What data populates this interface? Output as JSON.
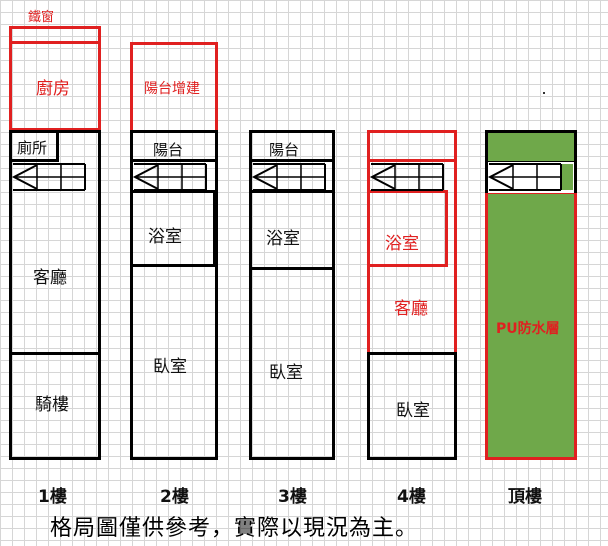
{
  "labels": {
    "iron_window": "鐵窗",
    "kitchen": "廚房",
    "toilet": "廁所",
    "living_room_1": "客廳",
    "arcade": "騎樓",
    "balcony_extension": "陽台增建",
    "balcony_2": "陽台",
    "bathroom_2": "浴室",
    "bedroom_2": "臥室",
    "balcony_3": "陽台",
    "bathroom_3": "浴室",
    "bedroom_3": "臥室",
    "bathroom_4": "浴室",
    "living_room_4": "客廳",
    "bedroom_4": "臥室",
    "pu_waterproof": "PU防水層"
  },
  "floors": [
    "1樓",
    "2樓",
    "3樓",
    "4樓",
    "頂樓"
  ],
  "note": "格局圖僅供參考，實際以現況為主。",
  "colors": {
    "wall": "#000000",
    "new_addition": "#e02020",
    "roof_fill": "#6fa84a",
    "grid": "#d6d6d6"
  }
}
